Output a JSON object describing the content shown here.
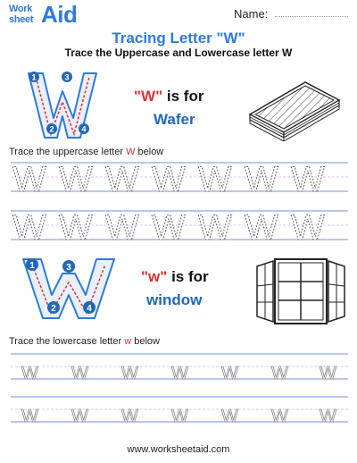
{
  "logo": {
    "line1": "Work",
    "line2": "sheet",
    "big": "Aid"
  },
  "name_label": "Name:",
  "title": "Tracing Letter \"W\"",
  "subtitle": "Trace the Uppercase and Lowercase letter W",
  "uppercase": {
    "letter": "W",
    "quoted": "\"W\"",
    "is_for": " is for",
    "word": "Wafer",
    "steps": [
      "1",
      "2",
      "3",
      "4"
    ],
    "instruction_prefix": "Trace the uppercase letter ",
    "instruction_letter": "W",
    "instruction_suffix": " below"
  },
  "lowercase": {
    "letter": "w",
    "quoted": "\"w\"",
    "is_for": " is for",
    "word": "window",
    "steps": [
      "1",
      "2",
      "3",
      "4"
    ],
    "instruction_prefix": "Trace the lowercase letter ",
    "instruction_letter": "w",
    "instruction_suffix": " below"
  },
  "footer": "www.worksheetaid.com",
  "colors": {
    "accent": "#2f7bd8",
    "highlight": "#e03030",
    "guide": "#7b8fd6"
  }
}
